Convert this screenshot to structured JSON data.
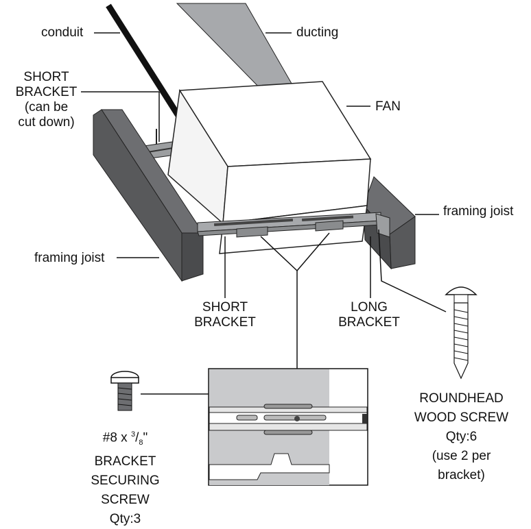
{
  "labels": {
    "conduit": "conduit",
    "ducting": "ducting",
    "fan": "FAN",
    "short_bracket_top": [
      "SHORT",
      "BRACKET",
      "(can be",
      "cut down)"
    ],
    "framing_joist_right": "framing joist",
    "framing_joist_left": "framing joist",
    "short_bracket_bottom": [
      "SHORT",
      "BRACKET"
    ],
    "long_bracket": [
      "LONG",
      "BRACKET"
    ],
    "bracket_screw": {
      "size_prefix": "#8 x ",
      "size_num": "3",
      "size_den": "8",
      "size_suffix": "\"",
      "lines": [
        "BRACKET",
        "SECURING",
        "SCREW",
        "Qty:3"
      ]
    },
    "wood_screw": [
      "ROUNDHEAD",
      "WOOD SCREW",
      "Qty:6",
      "(use 2 per",
      "bracket)"
    ]
  },
  "colors": {
    "joist": "#58595b",
    "joist_dark": "#4a4b4d",
    "ducting": "#a7a9ac",
    "fan_face": "#ffffff",
    "bracket": "#8a8c8e",
    "inset_panel": "#c9cacc",
    "line": "#1a1a1a"
  },
  "icons": [
    "bracket-securing-screw-icon",
    "roundhead-wood-screw-icon"
  ]
}
